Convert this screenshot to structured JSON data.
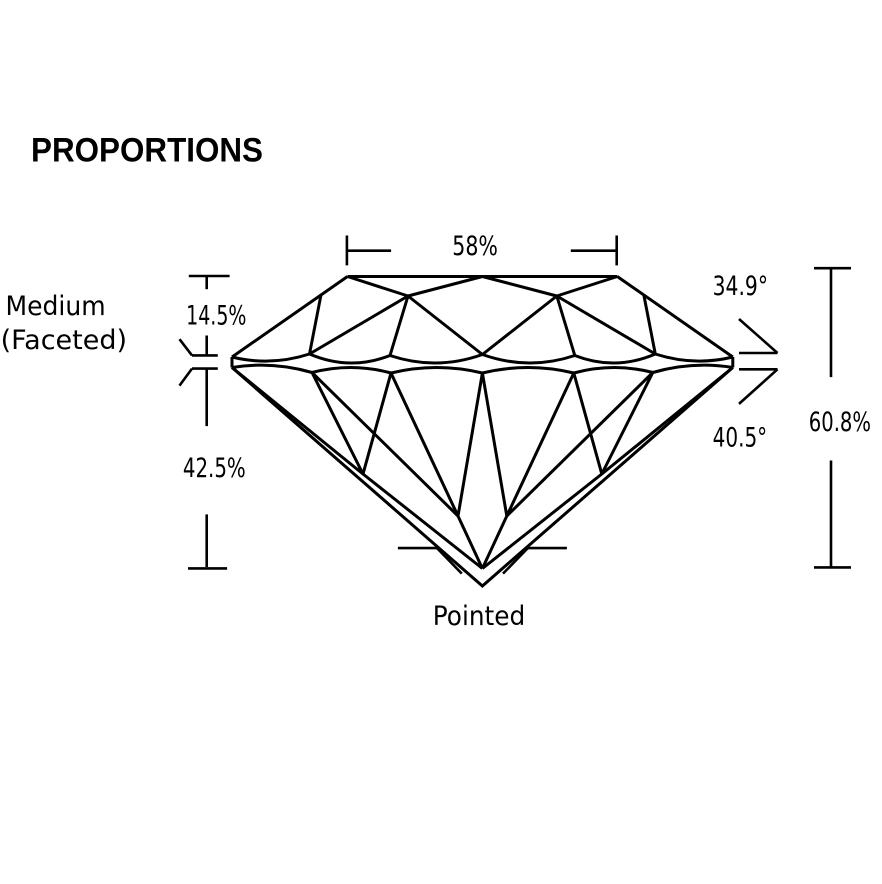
{
  "page": {
    "background": "#ffffff",
    "line_color": "#000000",
    "title": "PROPORTIONS"
  },
  "diagram": {
    "type": "diamond-proportions-side-view",
    "labels": {
      "table_width": "58%",
      "crown_height": "14.5%",
      "girdle_line1": "Medium",
      "girdle_line2": "(Faceted)",
      "pavilion_depth": "42.5%",
      "crown_angle": "34.9°",
      "pavilion_angle": "40.5°",
      "total_depth": "60.8%",
      "culet": "Pointed"
    },
    "measurements": {
      "table_width_percent": 58,
      "crown_height_percent": 14.5,
      "pavilion_depth_percent": 42.5,
      "crown_angle_degrees": 34.9,
      "pavilion_angle_degrees": 40.5,
      "total_depth_percent": 60.8,
      "girdle": "Medium (Faceted)",
      "culet": "Pointed"
    }
  }
}
